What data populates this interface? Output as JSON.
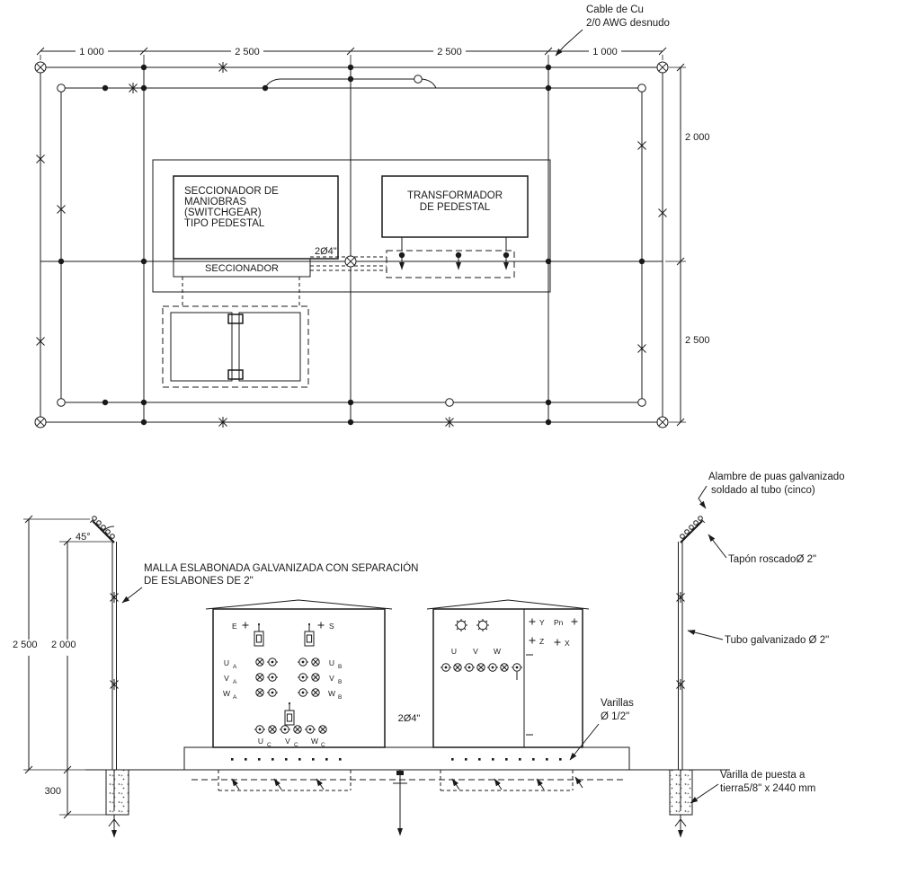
{
  "drawing": {
    "ink": "#1a1a1a",
    "background": "#ffffff"
  },
  "plan": {
    "cable_note": [
      "Cable de Cu",
      "2/0 AWG desnudo"
    ],
    "dims_top": [
      "1 000",
      "2 500",
      "2 500",
      "1 000"
    ],
    "dims_right": [
      "2 000",
      "2 500"
    ],
    "switchgear_label": [
      "SECCIONADOR DE",
      "MANIOBRAS",
      "(SWITCHGEAR)",
      "TIPO PEDESTAL"
    ],
    "transformer_label": [
      "TRANSFORMADOR",
      "DE PEDESTAL"
    ],
    "disconnect_label": "SECCIONADOR",
    "conduit_label": "2Ø4\""
  },
  "elevation": {
    "angle_label": "45°",
    "dims_left": [
      "2 500",
      "2 000",
      "300"
    ],
    "mesh_note": [
      "MALLA ESLABONADA GALVANIZADA CON SEPARACIÓN",
      "DE ESLABONES DE 2\""
    ],
    "conduit_label": "2Ø4\"",
    "rod_note": [
      "Varillas",
      "Ø 1/2\""
    ],
    "barbed_note": [
      "Alambre de puas galvanizado",
      "soldado al tubo (cinco)"
    ],
    "cap_note": "Tapón roscadoØ 2\"",
    "tube_note": "Tubo galvanizado Ø 2\"",
    "ground_rod_note": [
      "Varilla de puesta a",
      "tierra5/8\" x 2440 mm"
    ],
    "switchgear": {
      "entry": "E",
      "exit": "S",
      "left": [
        [
          "U",
          "A"
        ],
        [
          "V",
          "A"
        ],
        [
          "W",
          "A"
        ]
      ],
      "right": [
        [
          "U",
          "B"
        ],
        [
          "V",
          "B"
        ],
        [
          "W",
          "B"
        ]
      ],
      "bottom": [
        [
          "U",
          "C"
        ],
        [
          "V",
          "C"
        ],
        [
          "W",
          "C"
        ]
      ]
    },
    "transformer": {
      "phases": [
        "U",
        "V",
        "W"
      ],
      "terminals": [
        "Y",
        "Pn",
        "Z",
        "X"
      ]
    }
  }
}
